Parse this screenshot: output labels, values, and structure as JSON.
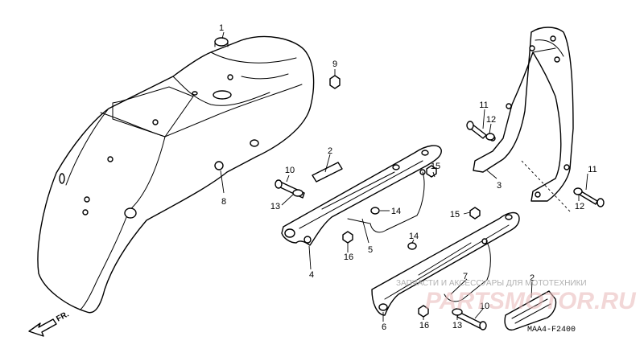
{
  "diagram": {
    "code": "MAA4-F2400",
    "front_marker": "FR.",
    "labels": [
      {
        "id": "l1",
        "text": "1"
      },
      {
        "id": "l9",
        "text": "9"
      },
      {
        "id": "l2a",
        "text": "2"
      },
      {
        "id": "l10a",
        "text": "10"
      },
      {
        "id": "l13a",
        "text": "13"
      },
      {
        "id": "l8",
        "text": "8"
      },
      {
        "id": "l15a",
        "text": "15"
      },
      {
        "id": "l14a",
        "text": "14"
      },
      {
        "id": "l5",
        "text": "5"
      },
      {
        "id": "l14b",
        "text": "14"
      },
      {
        "id": "l16a",
        "text": "16"
      },
      {
        "id": "l4",
        "text": "4"
      },
      {
        "id": "l11a",
        "text": "11"
      },
      {
        "id": "l12a",
        "text": "12"
      },
      {
        "id": "l3",
        "text": "3"
      },
      {
        "id": "l11b",
        "text": "11"
      },
      {
        "id": "l12b",
        "text": "12"
      },
      {
        "id": "l15b",
        "text": "15"
      },
      {
        "id": "l7",
        "text": "7"
      },
      {
        "id": "l2b",
        "text": "2"
      },
      {
        "id": "l10b",
        "text": "10"
      },
      {
        "id": "l16b",
        "text": "16"
      },
      {
        "id": "l13b",
        "text": "13"
      },
      {
        "id": "l6",
        "text": "6"
      }
    ]
  },
  "watermark": {
    "text": "ЗАПЧАСТИ И АКСЕССУАРЫ ДЛЯ МОТОТЕХНИКИ",
    "logo": "PARTSMOTOR.RU"
  },
  "colors": {
    "line": "#000000",
    "background": "#ffffff",
    "watermark_text": "#b0b0b0",
    "watermark_logo": "#e8b8b8"
  }
}
